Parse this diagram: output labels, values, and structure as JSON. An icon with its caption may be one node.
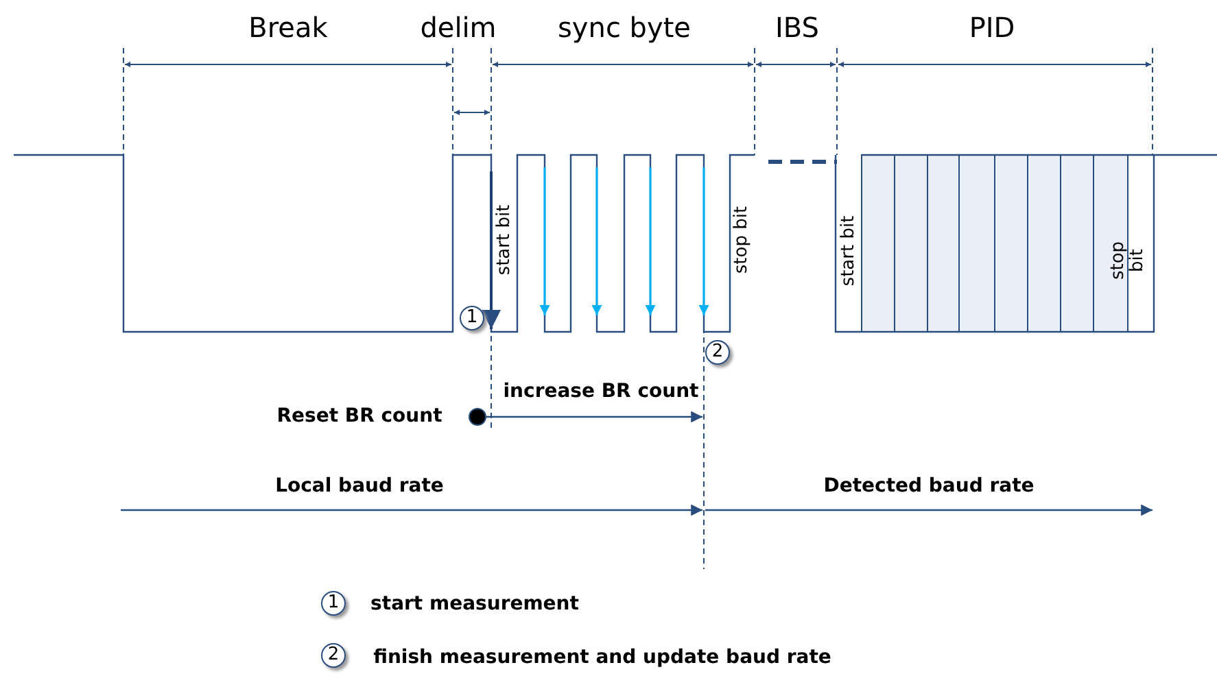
{
  "diagram": {
    "labels": [
      "Break",
      "delim",
      "sync byte",
      "IBS",
      "PID",
      "start bit",
      "stop bit",
      "start bit",
      "stop bit",
      "1",
      "2",
      "increase BR count",
      "Reset BR count",
      "Local baud rate",
      "Detected baud rate",
      "1",
      "start measurement",
      "2",
      "finish measurement and update baud rate"
    ]
  }
}
